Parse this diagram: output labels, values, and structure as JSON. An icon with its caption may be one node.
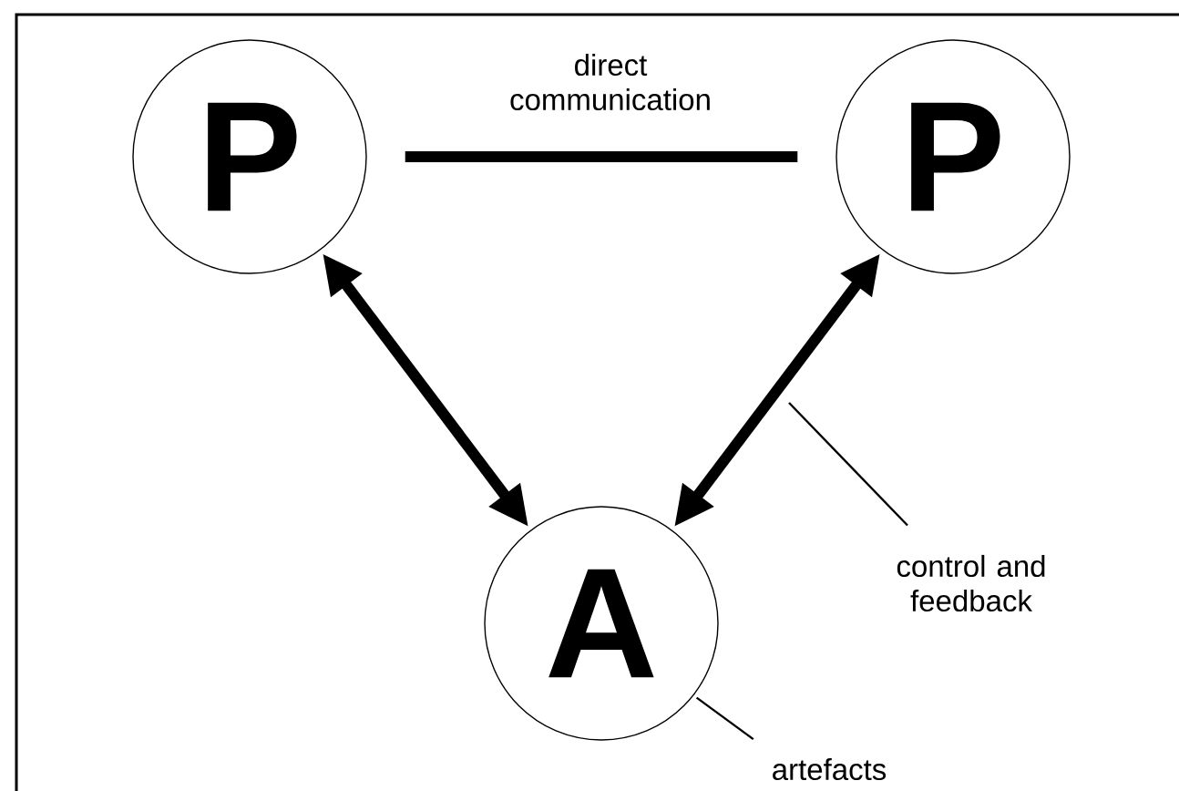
{
  "diagram": {
    "nodes": [
      {
        "text": [
          "P"
        ]
      },
      {
        "text": [
          "P"
        ]
      },
      {
        "text": [
          "A"
        ]
      },
      {
        "text": [
          "control and feedback"
        ]
      },
      {
        "text": [
          "artefacts"
        ]
      }
    ],
    "edges": [
      {
        "from": 0,
        "to": 1,
        "arrow": "none",
        "label": "direct communication"
      },
      {
        "from": 0,
        "to": 2,
        "arrow": "both"
      },
      {
        "from": 1,
        "to": 2,
        "arrow": "both"
      },
      {
        "from": 3,
        "to": null,
        "arrow": "none"
      },
      {
        "from": 4,
        "to": 2,
        "arrow": "none"
      }
    ]
  }
}
